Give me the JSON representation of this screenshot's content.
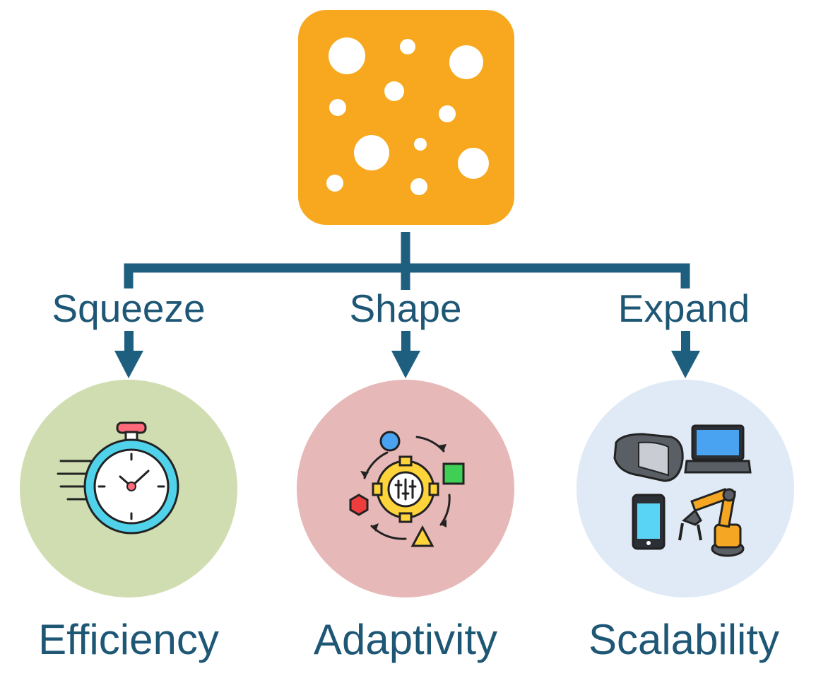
{
  "diagram": {
    "root": {
      "name": "sponge",
      "color": "#f7a81e"
    },
    "connector_color": "#1e5f80",
    "text_color": "#1e5775",
    "branches": [
      {
        "action": "Squeeze",
        "outcome": "Efficiency",
        "circle_color": "#d0ddb1",
        "icon": "stopwatch-icon"
      },
      {
        "action": "Shape",
        "outcome": "Adaptivity",
        "circle_color": "#e6b8b7",
        "icon": "gear-cycle-icon"
      },
      {
        "action": "Expand",
        "outcome": "Scalability",
        "circle_color": "#dfeaf6",
        "icon": "devices-icon"
      }
    ]
  }
}
